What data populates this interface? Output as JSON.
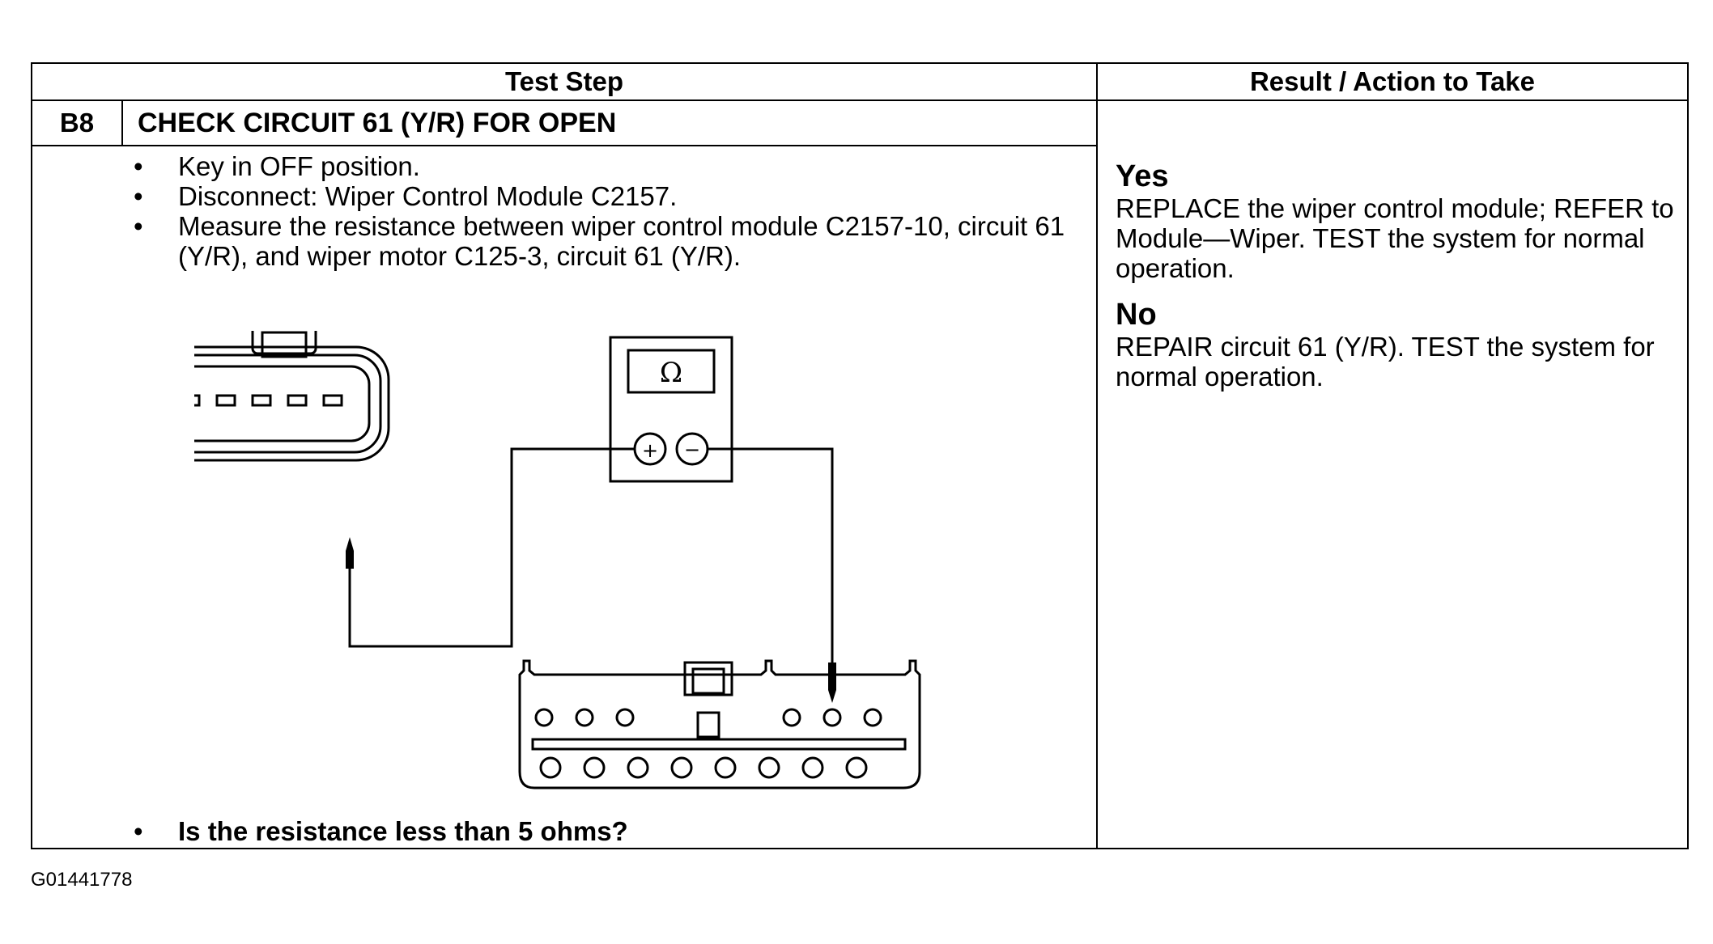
{
  "header": {
    "test_step_label": "Test Step",
    "result_label": "Result / Action to Take"
  },
  "step": {
    "id": "B8",
    "title": "CHECK CIRCUIT 61 (Y/R) FOR OPEN",
    "items": [
      "Key in OFF position.",
      "Disconnect:  Wiper Control Module C2157.",
      "Measure the resistance between wiper control module C2157-10, circuit 61 (Y/R), and wiper motor C125-3, circuit 61 (Y/R)."
    ],
    "question": "Is the resistance less than 5 ohms?"
  },
  "meter": {
    "display": "Ω",
    "plus": "+",
    "minus": "−"
  },
  "results": {
    "yes_label": "Yes",
    "yes_text": "REPLACE the wiper control module; REFER to Module—Wiper. TEST the system for normal operation.",
    "no_label": "No",
    "no_text": "REPAIR circuit 61 (Y/R). TEST the system for normal operation."
  },
  "figure_id": "G01441778"
}
